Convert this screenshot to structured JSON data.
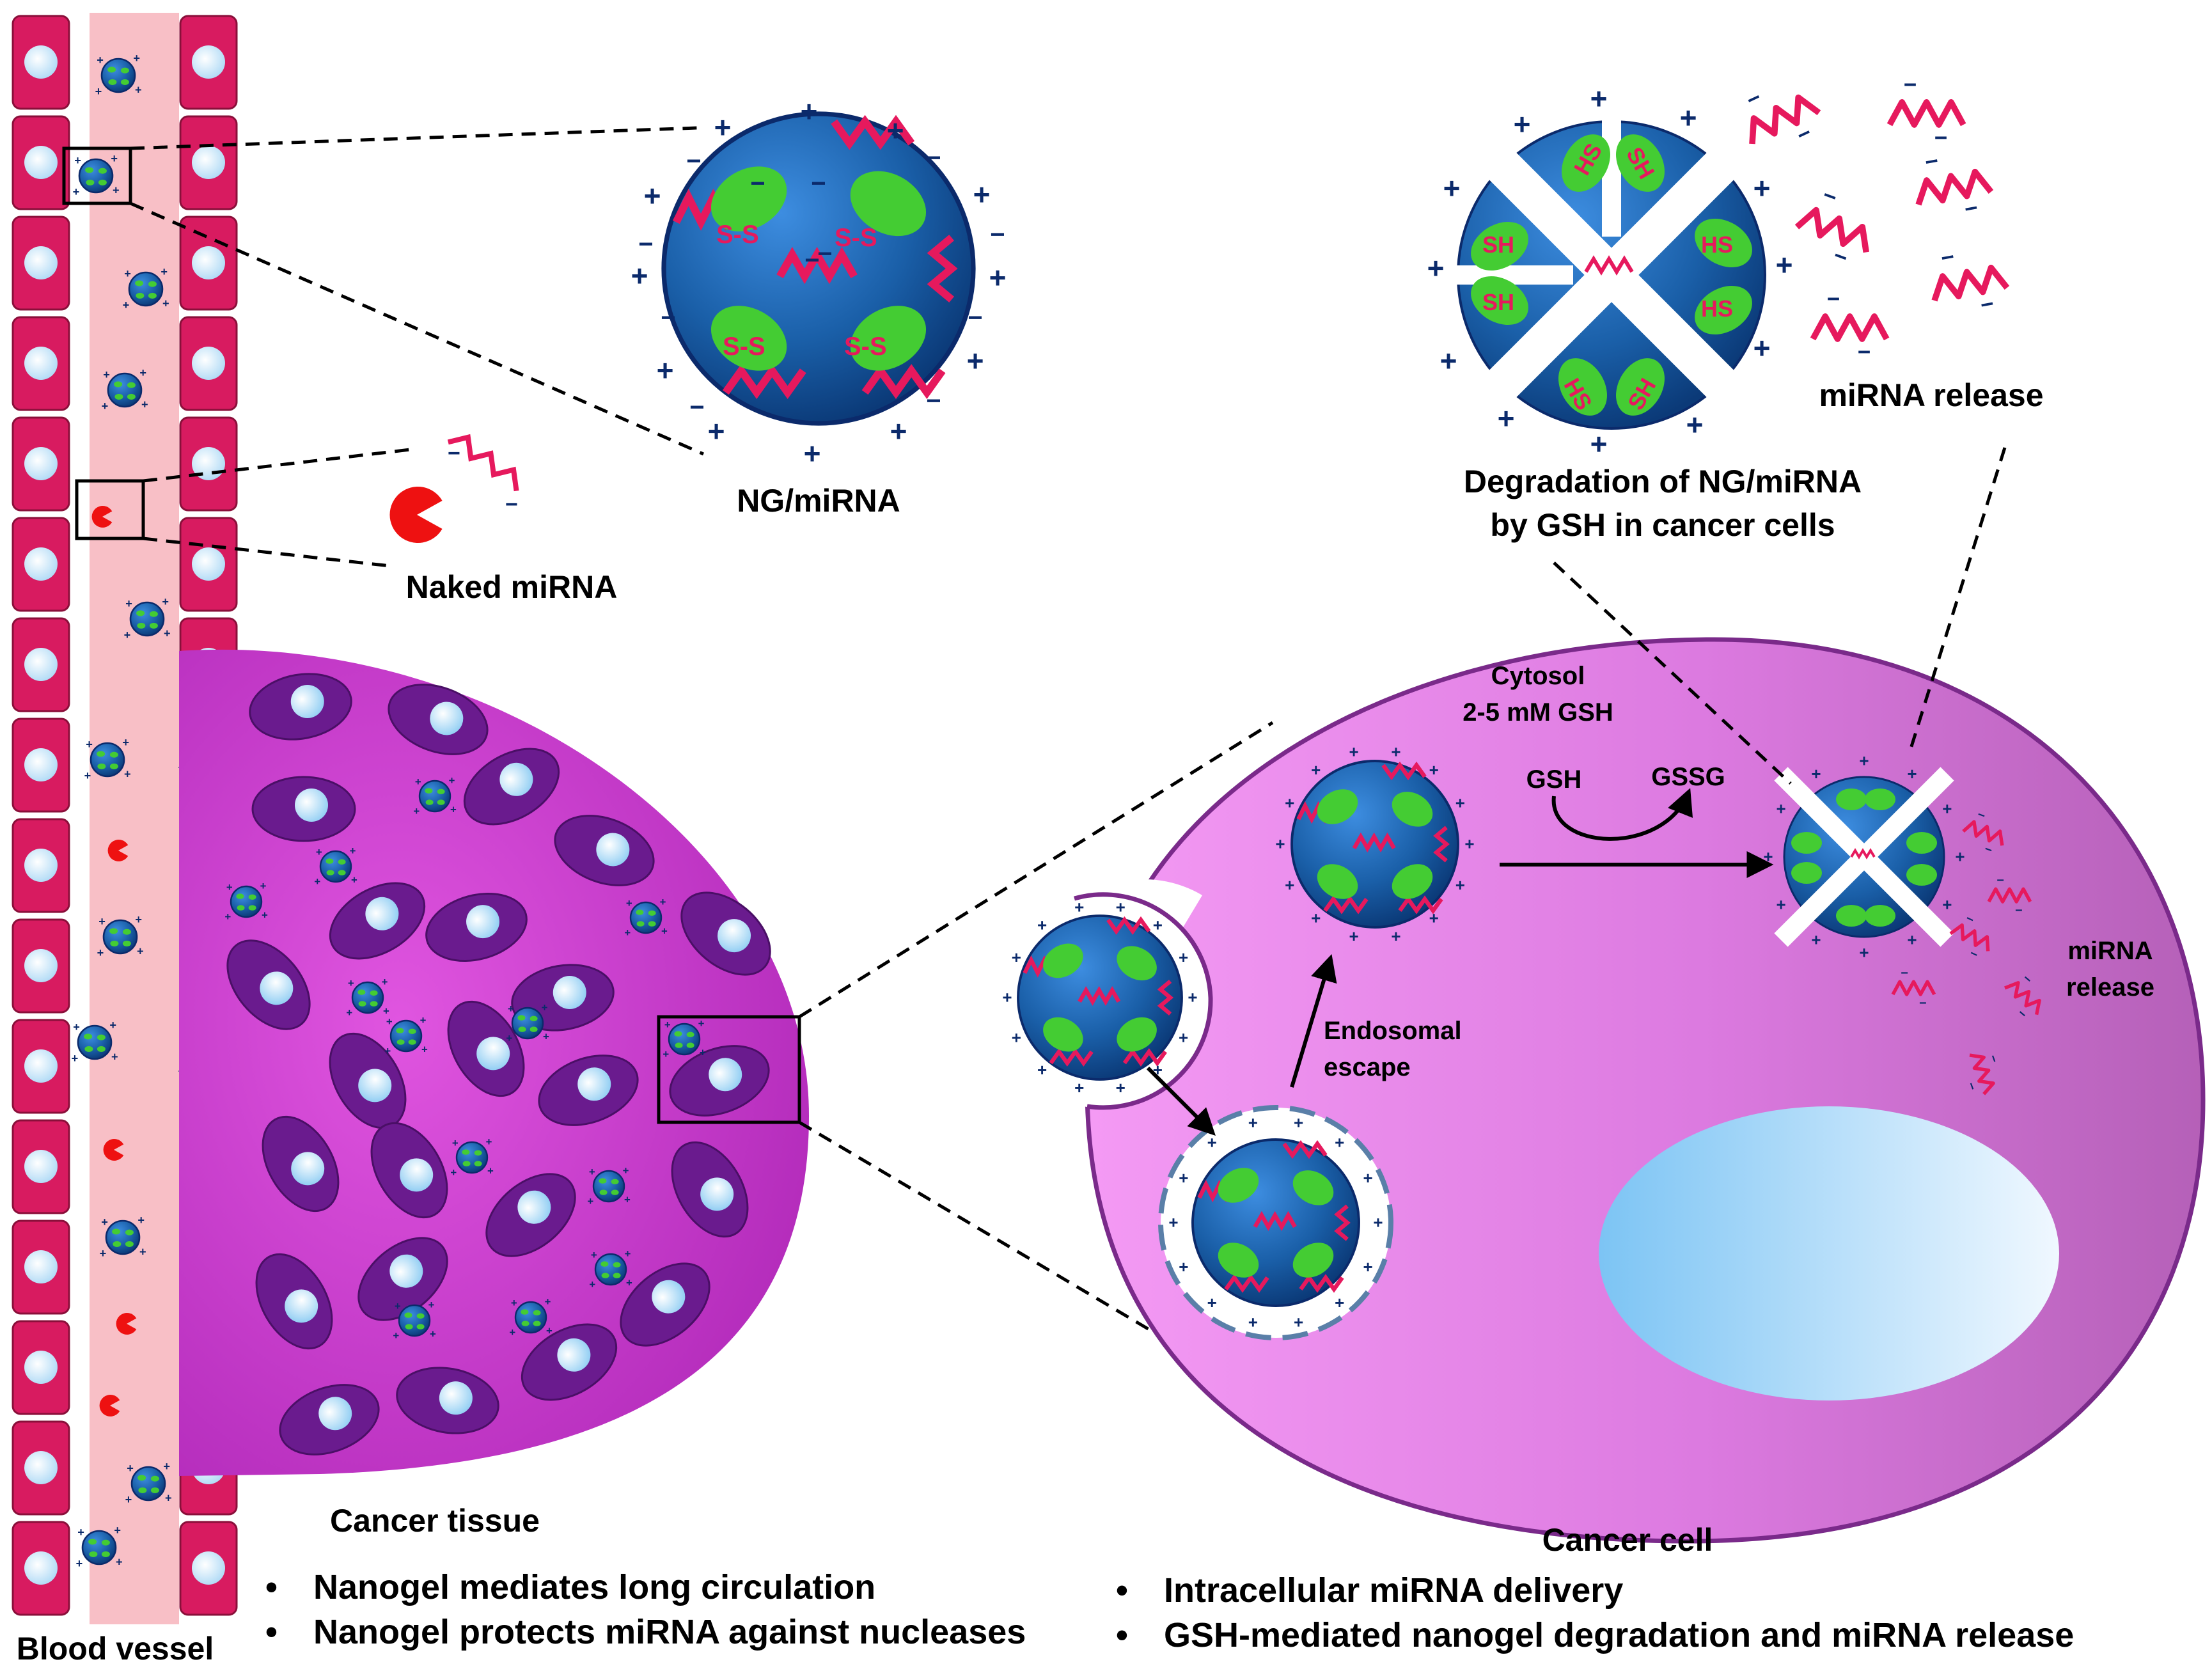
{
  "labels": {
    "ng_mirna": "NG/miRNA",
    "naked_mirna": "Naked miRNA",
    "degradation_line1": "Degradation of NG/miRNA",
    "degradation_line2": "by GSH in cancer cells",
    "mirna_release_top": "miRNA release",
    "cytosol": "Cytosol",
    "gsh_conc": "2-5 mM GSH",
    "gsh": "GSH",
    "gssg": "GSSG",
    "endosomal_1": "Endosomal",
    "endosomal_2": "escape",
    "mirna_release_cell_1": "miRNA",
    "mirna_release_cell_2": "release",
    "cancer_tissue": "Cancer tissue",
    "cancer_cell": "Cancer cell",
    "blood_vessel": "Blood vessel",
    "disulfide": "S-S",
    "thiol": "SH",
    "thiol_rev": "HS"
  },
  "bullets_left": [
    "Nanogel mediates long circulation",
    "Nanogel protects miRNA against nucleases"
  ],
  "bullets_right": [
    "Intracellular miRNA delivery",
    "GSH-mediated nanogel degradation and miRNA release"
  ],
  "bullet_symbol": "•",
  "charges": {
    "plus": "+",
    "minus": "−"
  },
  "colors": {
    "vessel_wall": "#d81b60",
    "vessel_lumen": "#f8bfc6",
    "nucleus": "#cfe9fb",
    "tissue": "#cc33cc",
    "tissue_cell": "#6a1b8e",
    "cancer_cell": "#e080e0",
    "nanogel": "#1a5fa8",
    "nanogel_dot": "#44cc33",
    "mirna": "#e6195d",
    "nuclease": "#ee1111",
    "charge": "#0b2a6b"
  }
}
